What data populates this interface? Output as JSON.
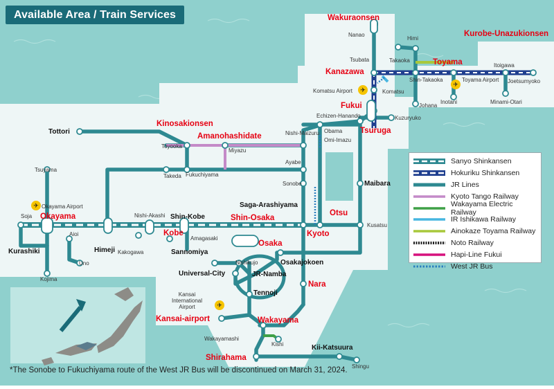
{
  "title": "Available Area / Train Services",
  "footnote": "*The Sonobe to Fukuchiyama route of the West JR Bus will be discontinued on March 31, 2024.",
  "colors": {
    "sea": "#8fd0cd",
    "land": "#eef6f6",
    "jr": "#2e8991",
    "sanyo": "#2e8991",
    "hokuriku": "#1f3f8f",
    "kyoto_tango": "#c48ac8",
    "wakayama_electric": "#3fa047",
    "ir_ishikawa": "#47b6e0",
    "ainokaze": "#a8c83b",
    "noto": "#222222",
    "hapi_line": "#d6117d",
    "bus": "#2b7fbf",
    "highlight": "#e60012"
  },
  "legend": [
    {
      "label": "Sanyo Shinkansen",
      "style": "sanyo"
    },
    {
      "label": "Hokuriku Shinkansen",
      "style": "hokuriku"
    },
    {
      "label": "JR Lines",
      "style": "jr"
    },
    {
      "label": "Kyoto Tango Railway",
      "style": "kyoto_tango"
    },
    {
      "label": "Wakayama Electric Railway",
      "style": "wakayama_electric"
    },
    {
      "label": "IR Ishikawa Railway",
      "style": "ir_ishikawa"
    },
    {
      "label": "Ainokaze Toyama Railway",
      "style": "ainokaze"
    },
    {
      "label": "Noto Railway",
      "style": "noto"
    },
    {
      "label": "Hapi-Line Fukui",
      "style": "hapi_line"
    },
    {
      "label": "West JR Bus",
      "style": "bus"
    }
  ],
  "highlighted_stations": [
    "Wakuraonsen",
    "Kurobe-Unazukionsen",
    "Kanazawa",
    "Toyama",
    "Fukui",
    "Tsuruga",
    "Kinosakionsen",
    "Amanohashidate",
    "Okayama",
    "Shin-Osaka",
    "Kobe",
    "Osaka",
    "Otsu",
    "Kyoto",
    "Nara",
    "Kansai-airport",
    "Wakayama",
    "Shirahama"
  ],
  "bold_stations": [
    "Tottori",
    "Shin-Kobe",
    "Himeji",
    "Kurashiki",
    "Sannomiya",
    "Saga-Arashiyama",
    "Osakajokoen",
    "Universal-City",
    "JR-Namba",
    "Tennoji",
    "Maibara",
    "Kii-Katsuura"
  ],
  "stations": [
    "Nanao",
    "Himi",
    "Takaoka",
    "Itoigawa",
    "Tsubata",
    "Shin-Takaoka",
    "Joetsumyoko",
    "Komatsu",
    "Inotani",
    "Minami-Otari",
    "Johana",
    "Echizen-Hanando",
    "Kuzuryuko",
    "Obama",
    "Omi-Imazu",
    "Nishi-Maizuru",
    "Toyooka",
    "Miyazu",
    "Ayabe",
    "Sonobe",
    "Fukuchiyama",
    "Takeda",
    "Tsuyama",
    "Soja",
    "Aioi",
    "Nishi-Akashi",
    "Kakogawa",
    "Amagasaki",
    "Uno",
    "Kojima",
    "Nishikujo",
    "Kusatsu",
    "Kishi",
    "Wakayamashi",
    "Shingu"
  ],
  "airports": [
    "Komatsu Airport",
    "Toyama Airport",
    "Okayama Airport",
    "Kansai International Airport"
  ]
}
